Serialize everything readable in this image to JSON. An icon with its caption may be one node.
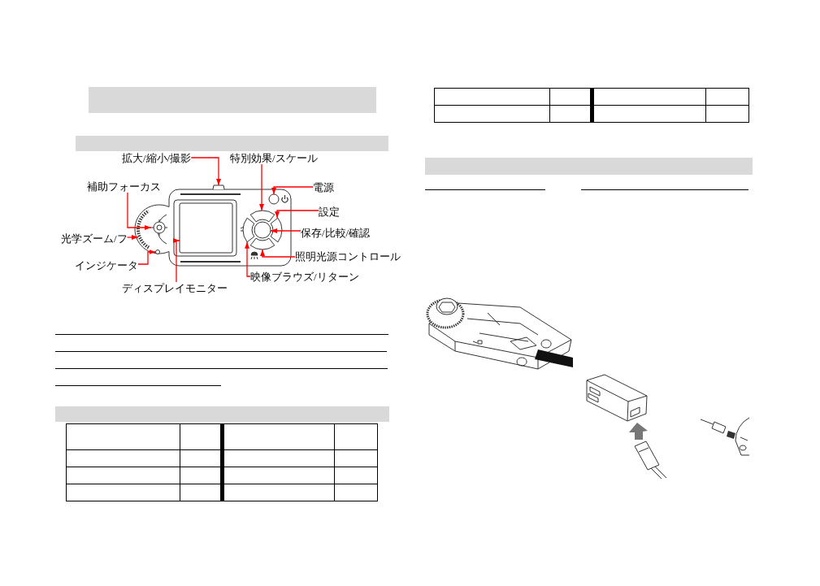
{
  "diagram": {
    "nodes": [
      {
        "text": [
          "拡大/縮小/撮影"
        ]
      },
      {
        "text": [
          "特別効果/スケール"
        ]
      },
      {
        "text": [
          "補助フォーカス"
        ]
      },
      {
        "text": [
          "電源"
        ]
      },
      {
        "text": [
          "設定"
        ]
      },
      {
        "text": [
          "光学ズーム/フ"
        ]
      },
      {
        "text": [
          "保存/比較/確認"
        ]
      },
      {
        "text": [
          "照明光源コントロール"
        ]
      },
      {
        "text": [
          "インジケータ"
        ]
      },
      {
        "text": [
          "映像ブラウズ/リターン"
        ]
      },
      {
        "text": [
          "ディスプレイモニター"
        ]
      },
      {
        "text": [],
        "shape": "circle"
      },
      {
        "text": [],
        "shape": "circle"
      },
      {
        "text": [],
        "shape": "circle"
      },
      {
        "text": [],
        "shape": "box"
      },
      {
        "text": [],
        "shape": "box"
      },
      {
        "text": [],
        "shape": "box"
      },
      {
        "text": [],
        "shape": "box"
      },
      {
        "text": [],
        "shape": "circle"
      },
      {
        "text": [],
        "shape": "box"
      },
      {
        "text": [],
        "shape": "circle"
      },
      {
        "text": [],
        "shape": "box"
      },
      {
        "text": [],
        "shape": "bar"
      },
      {
        "text": [],
        "shape": "bar"
      },
      {
        "text": [],
        "shape": "bar"
      },
      {
        "text": [],
        "shape": "bar"
      }
    ],
    "edges": [
      {
        "from": 0,
        "to": 15,
        "arrow": "to"
      },
      {
        "from": 1,
        "to": 17,
        "arrow": "to"
      },
      {
        "from": 2,
        "to": 13,
        "arrow": "to"
      },
      {
        "from": 3,
        "to": 20,
        "arrow": "to"
      },
      {
        "from": 4,
        "to": 21,
        "arrow": "to"
      },
      {
        "from": 5,
        "to": 11,
        "arrow": "to"
      },
      {
        "from": 6,
        "to": 18,
        "arrow": "to"
      },
      {
        "from": 7,
        "to": 19,
        "arrow": "to"
      },
      {
        "from": 8,
        "to": 12,
        "arrow": "to"
      },
      {
        "from": 9,
        "to": 16,
        "arrow": "to"
      },
      {
        "from": 10,
        "to": 14,
        "arrow": "to"
      }
    ]
  }
}
